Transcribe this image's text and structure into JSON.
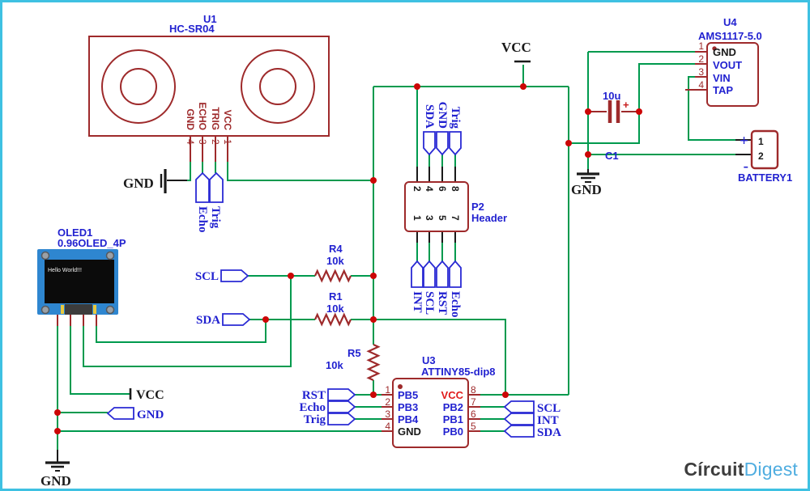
{
  "colors": {
    "wire": "#009a4e",
    "component": "#9e2a2b",
    "junction": "#cc0606",
    "net_blue": "#2222d0",
    "border": "#3ec1e2"
  },
  "power": {
    "vcc_top": "VCC",
    "vcc_oled": "VCC",
    "gnd_sensor": "GND",
    "gnd_regulator": "GND",
    "gnd_bottom": "GND"
  },
  "u1": {
    "ref": "U1",
    "value": "HC-SR04",
    "pin_names": [
      "GND",
      "ECHO",
      "TRIG",
      "VCC"
    ],
    "pin_numbers": [
      "4",
      "3",
      "2",
      "1"
    ],
    "flags": [
      "Echo",
      "Trig"
    ]
  },
  "oled": {
    "ref": "OLED1",
    "value": "0.96OLED_4P",
    "screen_text": "Hello World!!!"
  },
  "nets": {
    "scl": "SCL",
    "sda": "SDA",
    "gnd": "GND"
  },
  "resistors": {
    "r4": {
      "ref": "R4",
      "value": "10k"
    },
    "r1": {
      "ref": "R1",
      "value": "10k"
    },
    "r5": {
      "ref": "R5",
      "value": "10k"
    }
  },
  "p2": {
    "ref": "P2",
    "value": "Header",
    "top_pin_numbers": [
      "2",
      "4",
      "6",
      "8"
    ],
    "bottom_pin_numbers": [
      "1",
      "3",
      "5",
      "7"
    ],
    "top_flags": [
      "SDA",
      "GND",
      "Trig"
    ],
    "bottom_flags": [
      "INT",
      "SCL",
      "RST",
      "Echo"
    ]
  },
  "u3": {
    "ref": "U3",
    "value": "ATTINY85-dip8",
    "left_pin_numbers": [
      "1",
      "2",
      "3",
      "4"
    ],
    "left_pin_names": [
      "PB5",
      "PB3",
      "PB4",
      "GND"
    ],
    "right_pin_numbers": [
      "8",
      "7",
      "6",
      "5"
    ],
    "right_pin_names": [
      "VCC",
      "PB2",
      "PB1",
      "PB0"
    ],
    "left_flags": [
      "RST",
      "Echo",
      "Trig"
    ],
    "right_flags": [
      "SCL",
      "INT",
      "SDA"
    ]
  },
  "c1": {
    "ref": "C1",
    "value": "10u",
    "polarity": "+"
  },
  "u4": {
    "ref": "U4",
    "value": "AMS1117-5.0",
    "pin_numbers": [
      "1",
      "2",
      "3",
      "4"
    ],
    "pin_names": [
      "GND",
      "VOUT",
      "VIN",
      "TAP"
    ]
  },
  "battery": {
    "ref": "BATTERY1",
    "pin_numbers": [
      "1",
      "2"
    ],
    "plus": "+",
    "minus": "-"
  },
  "logo": {
    "part1": "Círcuit",
    "part2": "Digest"
  }
}
